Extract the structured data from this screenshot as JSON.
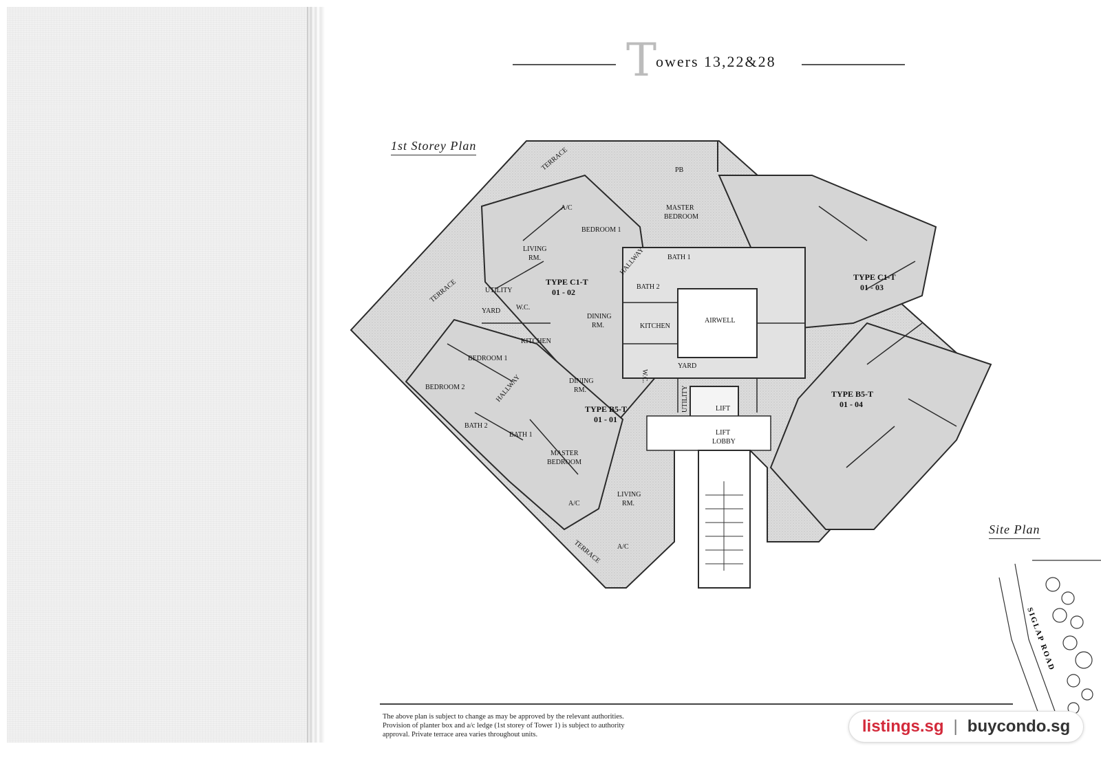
{
  "title": {
    "cap": "T",
    "rest": "owers 13,22&28"
  },
  "plan_heading": "1st Storey Plan",
  "site_heading": "Site Plan",
  "road_label": "SIGLAP ROAD",
  "units": [
    {
      "type": "TYPE C1-T",
      "number": "01 - 02"
    },
    {
      "type": "TYPE C1-T",
      "number": "01 - 03"
    },
    {
      "type": "TYPE B5-T",
      "number": "01 - 01"
    },
    {
      "type": "TYPE B5-T",
      "number": "01 - 04"
    }
  ],
  "rooms": {
    "terrace": "TERRACE",
    "ac": "A/C",
    "bedroom1": "BEDROOM 1",
    "bedroom2": "BEDROOM 2",
    "master1": "MASTER",
    "master2": "BEDROOM",
    "living1": "LIVING",
    "living2": "RM.",
    "dining1": "DINING",
    "dining2": "RM.",
    "hallway": "HALLWAY",
    "utility": "UTILITY",
    "yard": "YARD",
    "wc": "W.C.",
    "kitchen": "KITCHEN",
    "bath1": "BATH 1",
    "bath2": "BATH 2",
    "airwell": "AIRWELL",
    "lift": "LIFT",
    "lift_lobby1": "LIFT",
    "lift_lobby2": "LOBBY",
    "pb": "PB"
  },
  "note_lines": [
    "The above plan is subject to change as may be approved by the relevant authorities.",
    "Provision of planter box and a/c ledge (1st storey of Tower 1) is subject to authority",
    "approval. Private terrace area varies throughout units."
  ],
  "watermark": {
    "left": "listings.sg",
    "sep": "|",
    "right": "buycondo.sg"
  },
  "colors": {
    "floor_fill": "#d8d8d8",
    "wall": "#2a2a2a",
    "brand_red": "#d3293a"
  }
}
